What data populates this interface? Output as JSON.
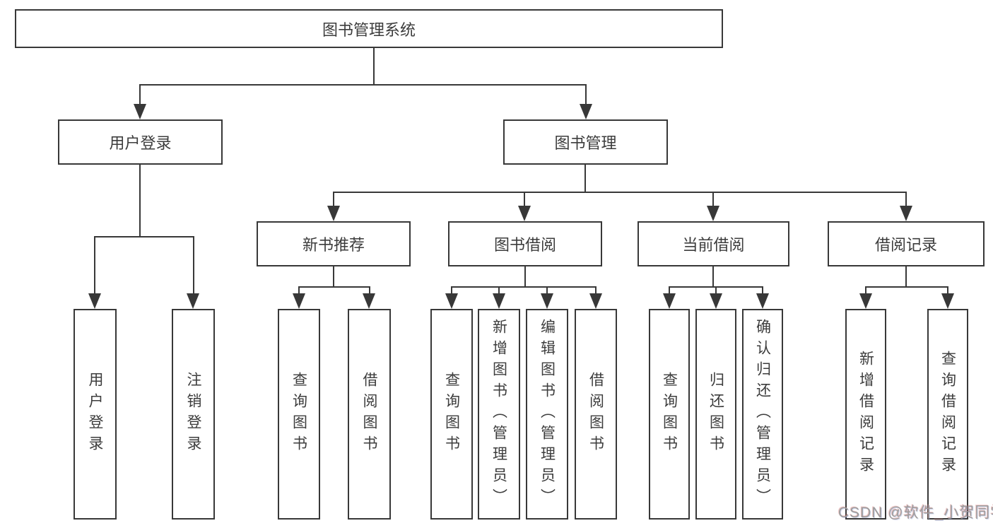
{
  "diagram": {
    "root": {
      "label": "图书管理系统"
    },
    "branches": [
      {
        "label": "用户登录",
        "leaves": [
          {
            "label": "用户登录"
          },
          {
            "label": "注销登录"
          }
        ]
      },
      {
        "label": "图书管理",
        "groups": [
          {
            "label": "新书推荐",
            "leaves": [
              {
                "label": "查询图书"
              },
              {
                "label": "借阅图书"
              }
            ]
          },
          {
            "label": "图书借阅",
            "leaves": [
              {
                "label": "查询图书"
              },
              {
                "label": "新增图书（管理员）"
              },
              {
                "label": "编辑图书（管理员）"
              },
              {
                "label": "借阅图书"
              }
            ]
          },
          {
            "label": "当前借阅",
            "leaves": [
              {
                "label": "查询图书"
              },
              {
                "label": "归还图书"
              },
              {
                "label": "确认归还（管理员）"
              }
            ]
          },
          {
            "label": "借阅记录",
            "leaves": [
              {
                "label": "新增借阅记录"
              },
              {
                "label": "查询借阅记录"
              }
            ]
          }
        ]
      }
    ]
  },
  "watermark": {
    "text": "CSDN @软件_小贺同学"
  },
  "colors": {
    "line": "#383838",
    "text": "#3c3c3c",
    "background": "#ffffff",
    "watermark": "#9c9c9c"
  }
}
